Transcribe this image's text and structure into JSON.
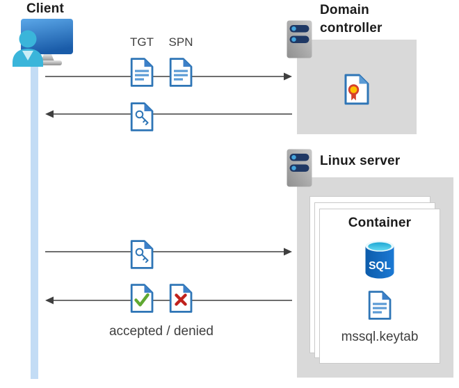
{
  "nodes": {
    "client": {
      "label": "Client"
    },
    "domain_controller": {
      "label": "Domain controller"
    },
    "linux_server": {
      "label": "Linux server"
    },
    "container": {
      "title": "Container",
      "sql_label": "SQL",
      "keytab_label": "mssql.keytab"
    }
  },
  "flows": {
    "tgt_label": "TGT",
    "spn_label": "SPN",
    "result_label": "accepted / denied"
  },
  "icons": {
    "client-workstation-icon": "monitor with user silhouette",
    "server-icon": "gray server tower with two navy indicator bars",
    "document-icon": "blue-bordered page with folded corner and text lines",
    "key-document-icon": "page with key glyph (Kerberos ticket)",
    "certificate-icon": "page with yellow/red ribbon seal",
    "check-document-icon": "page with green check mark",
    "x-document-icon": "page with red X",
    "sql-database-icon": "blue cylinder labeled SQL"
  },
  "colors": {
    "doc_border": "#2e75b6",
    "doc_fold": "#3d80c8",
    "doc_line": "#5b9bd5",
    "cert_fold": "#5b9bd5",
    "check_green": "#5fa832",
    "cross_red": "#c0211c",
    "seal_yellow": "#ffc000",
    "seal_red": "#d6402b",
    "box_gray": "#d9d9d9",
    "lifeline_blue": "#c3dcf5",
    "arrow_gray": "#3f3f3f",
    "server_bar": "#1f3864",
    "server_dot": "#45a5dd",
    "person_teal": "#3ab5da",
    "sql_rim": "#e9f8fc",
    "heading_text": "#1c1c1c",
    "secondary_text": "#3f3f3f"
  }
}
